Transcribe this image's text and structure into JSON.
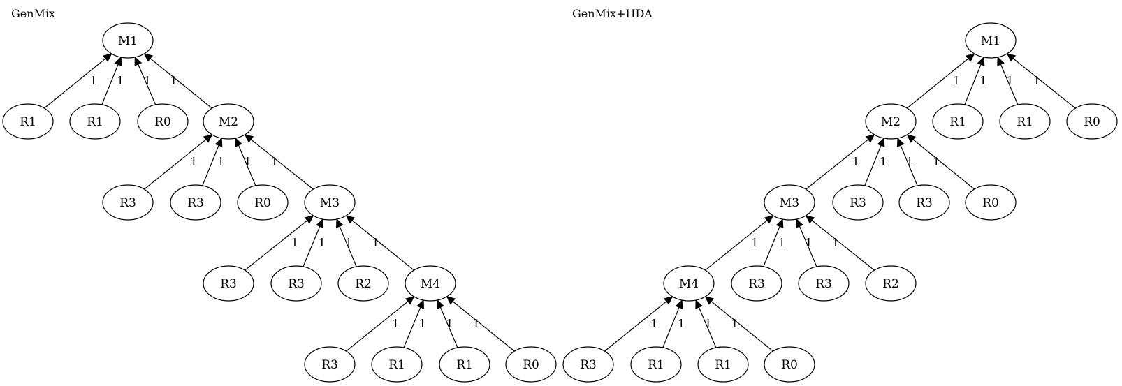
{
  "panels": [
    {
      "title": "GenMix",
      "nodes": [
        {
          "id": "m1",
          "label": "M1"
        },
        {
          "id": "r1a",
          "label": "R1"
        },
        {
          "id": "r1b",
          "label": "R1"
        },
        {
          "id": "r0a",
          "label": "R0"
        },
        {
          "id": "m2",
          "label": "M2"
        },
        {
          "id": "r3a",
          "label": "R3"
        },
        {
          "id": "r3b",
          "label": "R3"
        },
        {
          "id": "r0b",
          "label": "R0"
        },
        {
          "id": "m3",
          "label": "M3"
        },
        {
          "id": "r3c",
          "label": "R3"
        },
        {
          "id": "r3d",
          "label": "R3"
        },
        {
          "id": "r2a",
          "label": "R2"
        },
        {
          "id": "m4",
          "label": "M4"
        },
        {
          "id": "r3e",
          "label": "R3"
        },
        {
          "id": "r1c",
          "label": "R1"
        },
        {
          "id": "r1d",
          "label": "R1"
        },
        {
          "id": "r0c",
          "label": "R0"
        }
      ],
      "edges": [
        {
          "from": "r1a",
          "to": "m1",
          "label": "1"
        },
        {
          "from": "r1b",
          "to": "m1",
          "label": "1"
        },
        {
          "from": "r0a",
          "to": "m1",
          "label": "1"
        },
        {
          "from": "m2",
          "to": "m1",
          "label": "1"
        },
        {
          "from": "r3a",
          "to": "m2",
          "label": "1"
        },
        {
          "from": "r3b",
          "to": "m2",
          "label": "1"
        },
        {
          "from": "r0b",
          "to": "m2",
          "label": "1"
        },
        {
          "from": "m3",
          "to": "m2",
          "label": "1"
        },
        {
          "from": "r3c",
          "to": "m3",
          "label": "1"
        },
        {
          "from": "r3d",
          "to": "m3",
          "label": "1"
        },
        {
          "from": "r2a",
          "to": "m3",
          "label": "1"
        },
        {
          "from": "m4",
          "to": "m3",
          "label": "1"
        },
        {
          "from": "r3e",
          "to": "m4",
          "label": "1"
        },
        {
          "from": "r1c",
          "to": "m4",
          "label": "1"
        },
        {
          "from": "r1d",
          "to": "m4",
          "label": "1"
        },
        {
          "from": "r0c",
          "to": "m4",
          "label": "1"
        }
      ]
    },
    {
      "title": "GenMix+HDA",
      "nodes": [
        {
          "id": "m1",
          "label": "M1"
        },
        {
          "id": "m2",
          "label": "M2"
        },
        {
          "id": "r1a",
          "label": "R1"
        },
        {
          "id": "r1b",
          "label": "R1"
        },
        {
          "id": "r0a",
          "label": "R0"
        },
        {
          "id": "m3",
          "label": "M3"
        },
        {
          "id": "r3a",
          "label": "R3"
        },
        {
          "id": "r3b",
          "label": "R3"
        },
        {
          "id": "r0b",
          "label": "R0"
        },
        {
          "id": "m4",
          "label": "M4"
        },
        {
          "id": "r3c",
          "label": "R3"
        },
        {
          "id": "r3d",
          "label": "R3"
        },
        {
          "id": "r2a",
          "label": "R2"
        },
        {
          "id": "r3e",
          "label": "R3"
        },
        {
          "id": "r1c",
          "label": "R1"
        },
        {
          "id": "r1d",
          "label": "R1"
        },
        {
          "id": "r0c",
          "label": "R0"
        }
      ],
      "edges": [
        {
          "from": "m2",
          "to": "m1",
          "label": "1"
        },
        {
          "from": "r1a",
          "to": "m1",
          "label": "1"
        },
        {
          "from": "r1b",
          "to": "m1",
          "label": "1"
        },
        {
          "from": "r0a",
          "to": "m1",
          "label": "1"
        },
        {
          "from": "m3",
          "to": "m2",
          "label": "1"
        },
        {
          "from": "r3a",
          "to": "m2",
          "label": "1"
        },
        {
          "from": "r3b",
          "to": "m2",
          "label": "1"
        },
        {
          "from": "r0b",
          "to": "m2",
          "label": "1"
        },
        {
          "from": "m4",
          "to": "m3",
          "label": "1"
        },
        {
          "from": "r3c",
          "to": "m3",
          "label": "1"
        },
        {
          "from": "r3d",
          "to": "m3",
          "label": "1"
        },
        {
          "from": "r2a",
          "to": "m3",
          "label": "1"
        },
        {
          "from": "r3e",
          "to": "m4",
          "label": "1"
        },
        {
          "from": "r1c",
          "to": "m4",
          "label": "1"
        },
        {
          "from": "r1d",
          "to": "m4",
          "label": "1"
        },
        {
          "from": "r0c",
          "to": "m4",
          "label": "1"
        }
      ]
    }
  ]
}
